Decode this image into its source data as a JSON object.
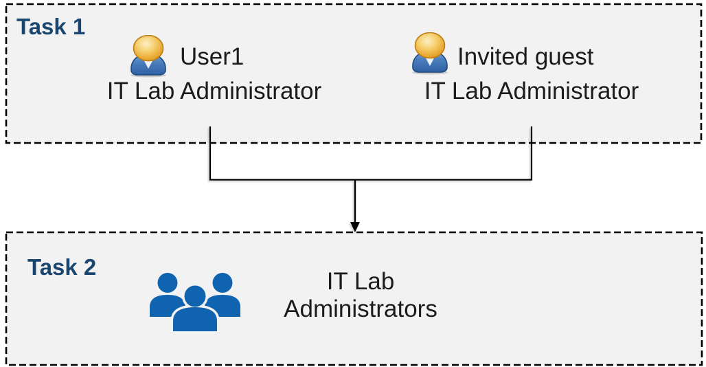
{
  "task1": {
    "label": "Task 1",
    "entities": [
      {
        "name": "User1",
        "role": "IT Lab Administrator",
        "icon": "user-icon"
      },
      {
        "name": "Invited guest",
        "role": "IT Lab Administrator",
        "icon": "user-icon"
      }
    ]
  },
  "task2": {
    "label": "Task 2",
    "group": {
      "icon": "user-group-icon",
      "line1": "IT Lab",
      "line2": "Administrators"
    }
  },
  "connector": {
    "type": "merge-arrow-down",
    "from": [
      "User1 / IT Lab Administrator",
      "Invited guest / IT Lab Administrator"
    ],
    "to": "IT Lab Administrators"
  },
  "colors": {
    "box_fill": "#F2F2F2",
    "box_border": "#000000",
    "task_label": "#1A466F",
    "body_text": "#1C1C1C",
    "connector": "#000000",
    "group_icon_blue": "#1063AE",
    "user_icon_head_gold": "#E9A832",
    "user_icon_body_blue": "#3B6FB0"
  }
}
